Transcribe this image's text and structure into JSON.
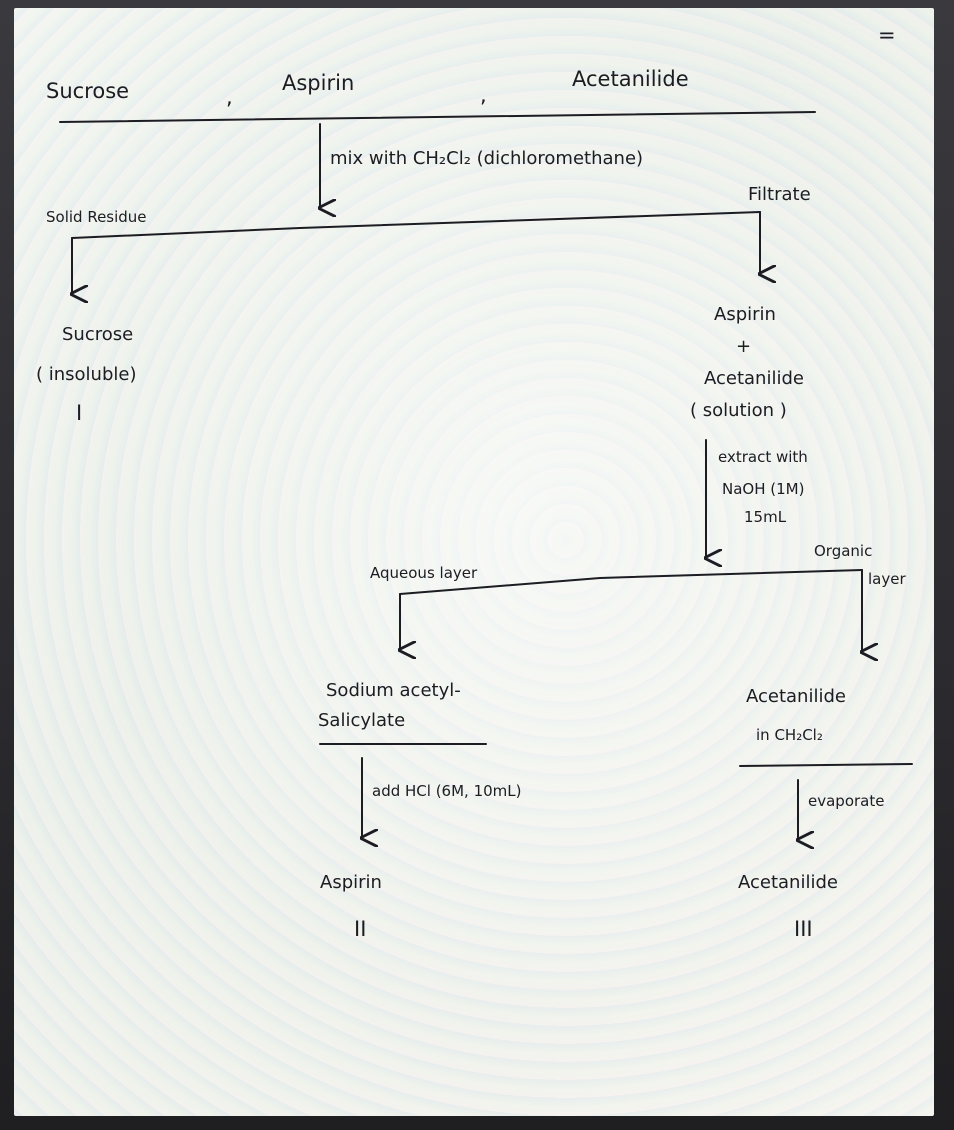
{
  "corner_mark": "=",
  "top": {
    "sucrose": "Sucrose",
    "comma1": ",",
    "aspirin": "Aspirin",
    "comma2": ",",
    "acetanilide": "Acetanilide"
  },
  "step1": {
    "label": "mix with CH₂Cl₂ (dichloromethane)"
  },
  "split1": {
    "left_label": "Solid Residue",
    "right_label": "Filtrate"
  },
  "sucrose_branch": {
    "name": "Sucrose",
    "note": "( insoluble)",
    "numeral": "I"
  },
  "filtrate_branch": {
    "line1": "Aspirin",
    "plus": "+",
    "line2": "Acetanilide",
    "note": "( solution )"
  },
  "step2": {
    "line1": "extract with",
    "line2": "NaOH (1M)",
    "line3": "15mL"
  },
  "split2": {
    "left_label": "Aqueous layer",
    "right_label1": "Organic",
    "right_label2": "layer"
  },
  "aqueous": {
    "line1": "Sodium acetyl-",
    "line2": "Salicylate",
    "step": "add HCl (6M, 10mL)",
    "product": "Aspirin",
    "numeral": "II"
  },
  "organic": {
    "line1": "Acetanilide",
    "line2": "in CH₂Cl₂",
    "step": "evaporate",
    "product": "Acetanilide",
    "numeral": "III"
  }
}
